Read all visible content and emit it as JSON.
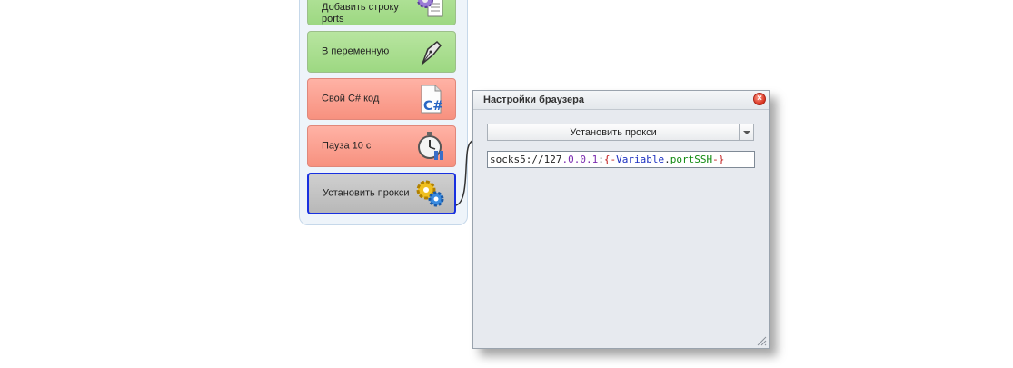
{
  "actions": [
    {
      "label": "Добавить строку ports",
      "style": "green",
      "icon": "gear-document-icon"
    },
    {
      "label": "В переменную",
      "style": "green",
      "icon": "pen-nib-icon"
    },
    {
      "label": "Свой C# код",
      "style": "red",
      "icon": "csharp-file-icon"
    },
    {
      "label": "Пауза 10 с",
      "style": "red",
      "icon": "stopwatch-pause-icon"
    },
    {
      "label": "Установить прокси",
      "style": "selected",
      "icon": "gears-icon"
    }
  ],
  "dialog": {
    "title": "Настройки браузера",
    "action_select": "Установить прокси",
    "proxy_value": {
      "full": "socks5://127.0.0.1:{-Variable.portSSH-}",
      "prefix": "socks5://127",
      "num1": ".0.0.1",
      "colon": ":",
      "open": "{-",
      "var": "Variable",
      "dot": ".",
      "name": "portSSH",
      "close": "-}"
    }
  },
  "colors": {
    "selected_border": "#1830e0",
    "green_block": "#a8dd8c",
    "red_block": "#f9a08f"
  }
}
